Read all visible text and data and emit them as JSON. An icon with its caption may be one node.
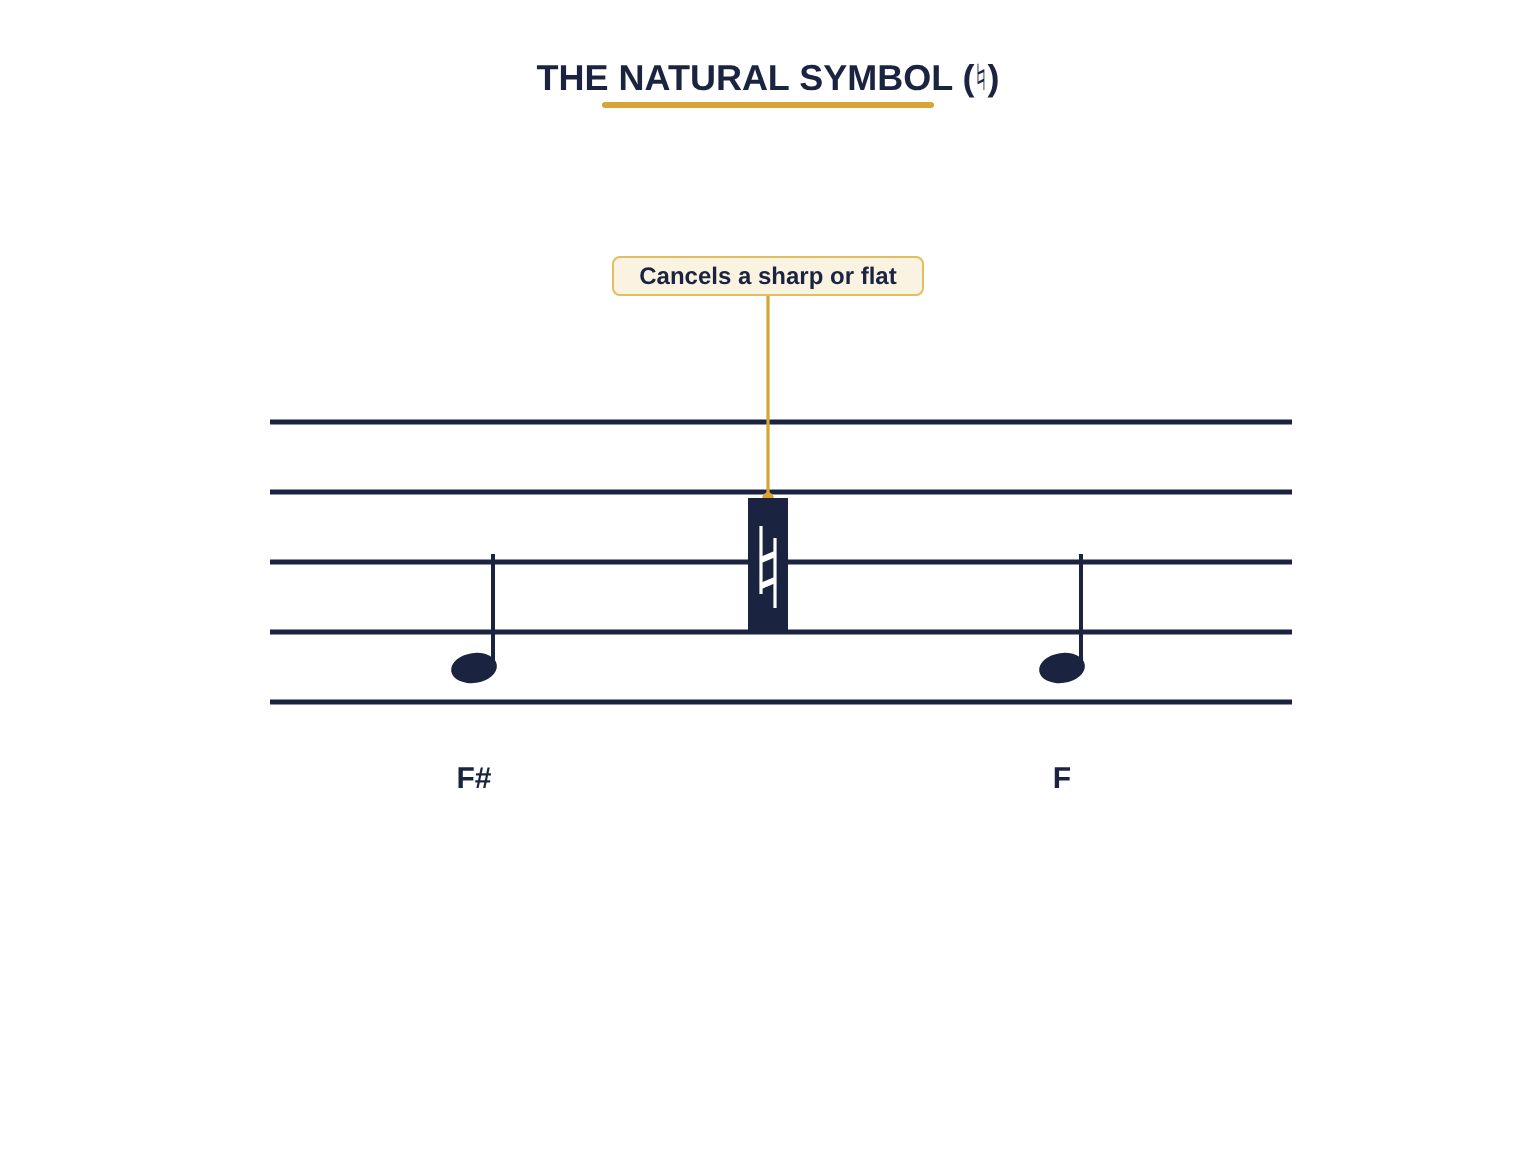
{
  "diagram": {
    "title": "THE NATURAL SYMBOL (♮)",
    "nodes": [
      {
        "text": [
          "Cancels a sharp or flat"
        ]
      },
      {
        "text": [],
        "shape": "bar"
      }
    ],
    "edges": [
      {
        "from": 0,
        "to": 1,
        "arrow": "other"
      }
    ],
    "labels": [
      "F#",
      "F"
    ]
  }
}
